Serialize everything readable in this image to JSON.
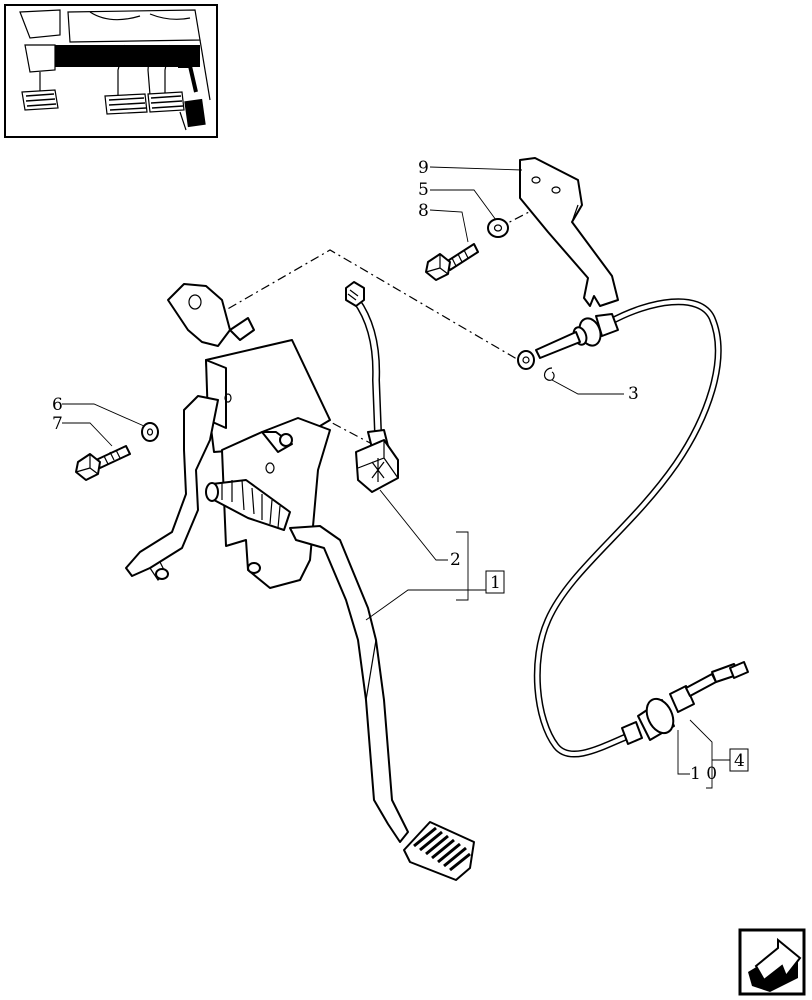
{
  "callouts": {
    "c1": "1",
    "c2": "2",
    "c3": "3",
    "c4": "4",
    "c5": "5",
    "c6": "6",
    "c7": "7",
    "c8": "8",
    "c9": "9",
    "c10": "1 0"
  },
  "icons": {
    "locator_inset": "tractor-cab-pedals-locator",
    "nav_corner": "next-page-arrow-icon"
  }
}
